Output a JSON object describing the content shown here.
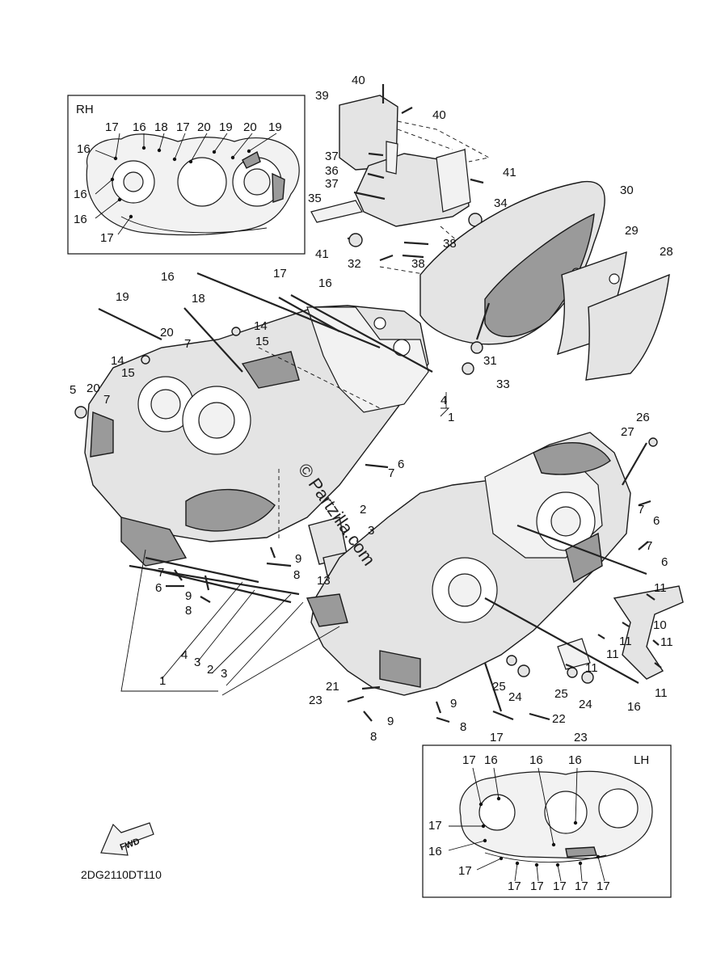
{
  "insets": {
    "rh": {
      "title": "RH"
    },
    "lh": {
      "title": "LH"
    }
  },
  "diagram_code": "2DG2110DT110",
  "fwd_label": "FWD",
  "watermark": "© Partzilla.com",
  "callouts": {
    "rh_17a": "17",
    "rh_16a": "16",
    "rh_18": "18",
    "rh_17b": "17",
    "rh_20a": "20",
    "rh_19a": "19",
    "rh_20b": "20",
    "rh_19b": "19",
    "rh_16b": "16",
    "rh_16c": "16",
    "rh_16d": "16",
    "rh_17c": "17",
    "c40a": "40",
    "c39": "39",
    "c40b": "40",
    "c37a": "37",
    "c36": "36",
    "c37b": "37",
    "c41a": "41",
    "c35": "35",
    "c34": "34",
    "c30": "30",
    "c41b": "41",
    "c32": "32",
    "c38a": "38",
    "c38b": "38",
    "c29": "29",
    "c28": "28",
    "c31": "31",
    "c33": "33",
    "c16a": "16",
    "c17a": "17",
    "c16b": "16",
    "c19": "19",
    "c18": "18",
    "c14a": "14",
    "c20a": "20",
    "c15a": "15",
    "c7a": "7",
    "c14b": "14",
    "c15b": "15",
    "c20b": "20",
    "c7b": "7",
    "c5": "5",
    "c4a": "4",
    "c1a": "1",
    "c6a": "6",
    "c7c": "7",
    "c2a": "2",
    "c3a": "3",
    "c9a": "9",
    "c8a": "8",
    "c13": "13",
    "c7d": "7",
    "c6b": "6",
    "c9b": "9",
    "c8b": "8",
    "c4b": "4",
    "c3b": "3",
    "c1b": "1",
    "c2b": "2",
    "c3c": "3",
    "c26": "26",
    "c27": "27",
    "c7e": "7",
    "c6c": "6",
    "c7f": "7",
    "c6d": "6",
    "c11a": "11",
    "c10": "10",
    "c11b": "11",
    "c11c": "11",
    "c11d": "11",
    "c11e": "11",
    "c11f": "11",
    "c16c": "16",
    "c25a": "25",
    "c24a": "24",
    "c25b": "25",
    "c24b": "24",
    "c21": "21",
    "c23a": "23",
    "c9c": "9",
    "c9d": "9",
    "c8c": "8",
    "c8d": "8",
    "c22": "22",
    "c23b": "23",
    "c17b": "17",
    "lh_17a": "17",
    "lh_16a": "16",
    "lh_16b": "16",
    "lh_16c": "16",
    "lh_17b": "17",
    "lh_16d": "16",
    "lh_17c": "17",
    "lh_17d": "17",
    "lh_17e": "17",
    "lh_17f": "17",
    "lh_17g": "17",
    "lh_17h": "17"
  }
}
